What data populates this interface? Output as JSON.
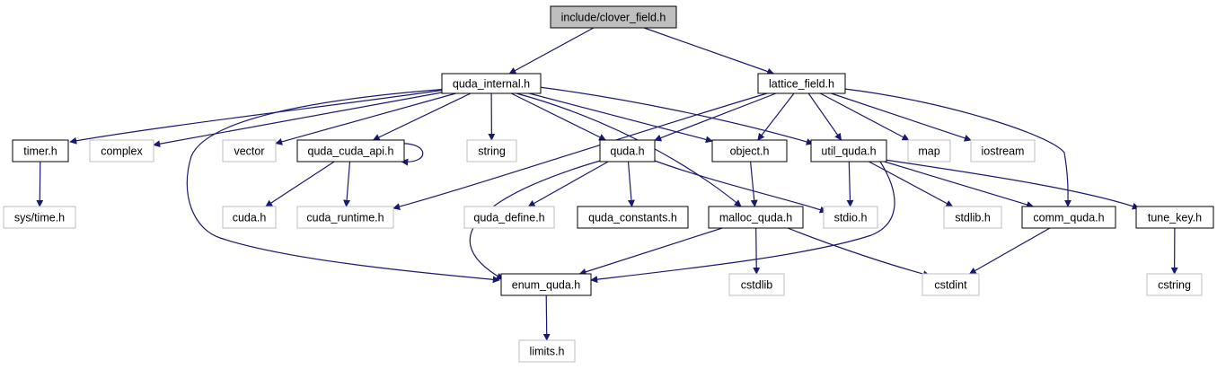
{
  "colors": {
    "edge": "#191970",
    "root_fill": "#bfbfbf",
    "internal_border": "#000000",
    "external_border": "#bfbfbf"
  },
  "nodes": [
    {
      "id": "clover_field",
      "label": "include/clover_field.h",
      "kind": "root"
    },
    {
      "id": "quda_internal",
      "label": "quda_internal.h",
      "kind": "internal"
    },
    {
      "id": "lattice_field",
      "label": "lattice_field.h",
      "kind": "internal"
    },
    {
      "id": "timer",
      "label": "timer.h",
      "kind": "internal"
    },
    {
      "id": "complex",
      "label": "complex",
      "kind": "external"
    },
    {
      "id": "vector",
      "label": "vector",
      "kind": "external"
    },
    {
      "id": "quda_cuda_api",
      "label": "quda_cuda_api.h",
      "kind": "internal"
    },
    {
      "id": "string",
      "label": "string",
      "kind": "external"
    },
    {
      "id": "quda",
      "label": "quda.h",
      "kind": "internal"
    },
    {
      "id": "object",
      "label": "object.h",
      "kind": "internal"
    },
    {
      "id": "util_quda",
      "label": "util_quda.h",
      "kind": "internal"
    },
    {
      "id": "map",
      "label": "map",
      "kind": "external"
    },
    {
      "id": "iostream",
      "label": "iostream",
      "kind": "external"
    },
    {
      "id": "sys_time",
      "label": "sys/time.h",
      "kind": "external"
    },
    {
      "id": "cuda",
      "label": "cuda.h",
      "kind": "external"
    },
    {
      "id": "cuda_runtime",
      "label": "cuda_runtime.h",
      "kind": "external"
    },
    {
      "id": "quda_define",
      "label": "quda_define.h",
      "kind": "external"
    },
    {
      "id": "quda_constants",
      "label": "quda_constants.h",
      "kind": "internal"
    },
    {
      "id": "malloc_quda",
      "label": "malloc_quda.h",
      "kind": "internal"
    },
    {
      "id": "stdio",
      "label": "stdio.h",
      "kind": "external"
    },
    {
      "id": "stdlib",
      "label": "stdlib.h",
      "kind": "external"
    },
    {
      "id": "comm_quda",
      "label": "comm_quda.h",
      "kind": "internal"
    },
    {
      "id": "tune_key",
      "label": "tune_key.h",
      "kind": "internal"
    },
    {
      "id": "enum_quda",
      "label": "enum_quda.h",
      "kind": "internal"
    },
    {
      "id": "cstdlib",
      "label": "cstdlib",
      "kind": "external"
    },
    {
      "id": "cstdint",
      "label": "cstdint",
      "kind": "external"
    },
    {
      "id": "cstring",
      "label": "cstring",
      "kind": "external"
    },
    {
      "id": "limits",
      "label": "limits.h",
      "kind": "external"
    }
  ],
  "edges": [
    [
      "clover_field",
      "quda_internal"
    ],
    [
      "clover_field",
      "lattice_field"
    ],
    [
      "quda_internal",
      "timer"
    ],
    [
      "quda_internal",
      "complex"
    ],
    [
      "quda_internal",
      "vector"
    ],
    [
      "quda_internal",
      "quda_cuda_api"
    ],
    [
      "quda_internal",
      "string"
    ],
    [
      "quda_internal",
      "quda"
    ],
    [
      "quda_internal",
      "object"
    ],
    [
      "quda_internal",
      "util_quda"
    ],
    [
      "quda_internal",
      "malloc_quda"
    ],
    [
      "quda_internal",
      "enum_quda"
    ],
    [
      "lattice_field",
      "quda"
    ],
    [
      "lattice_field",
      "object"
    ],
    [
      "lattice_field",
      "util_quda"
    ],
    [
      "lattice_field",
      "map"
    ],
    [
      "lattice_field",
      "iostream"
    ],
    [
      "lattice_field",
      "comm_quda"
    ],
    [
      "lattice_field",
      "cuda_runtime"
    ],
    [
      "timer",
      "sys_time"
    ],
    [
      "quda_cuda_api",
      "quda_cuda_api"
    ],
    [
      "quda_cuda_api",
      "cuda"
    ],
    [
      "quda_cuda_api",
      "cuda_runtime"
    ],
    [
      "quda",
      "enum_quda"
    ],
    [
      "quda",
      "quda_define"
    ],
    [
      "quda",
      "quda_constants"
    ],
    [
      "quda",
      "stdio"
    ],
    [
      "object",
      "malloc_quda"
    ],
    [
      "util_quda",
      "stdio"
    ],
    [
      "util_quda",
      "stdlib"
    ],
    [
      "util_quda",
      "comm_quda"
    ],
    [
      "util_quda",
      "tune_key"
    ],
    [
      "util_quda",
      "enum_quda"
    ],
    [
      "malloc_quda",
      "enum_quda"
    ],
    [
      "malloc_quda",
      "cstdlib"
    ],
    [
      "malloc_quda",
      "cstdint"
    ],
    [
      "comm_quda",
      "cstdint"
    ],
    [
      "tune_key",
      "cstring"
    ],
    [
      "enum_quda",
      "limits"
    ]
  ]
}
